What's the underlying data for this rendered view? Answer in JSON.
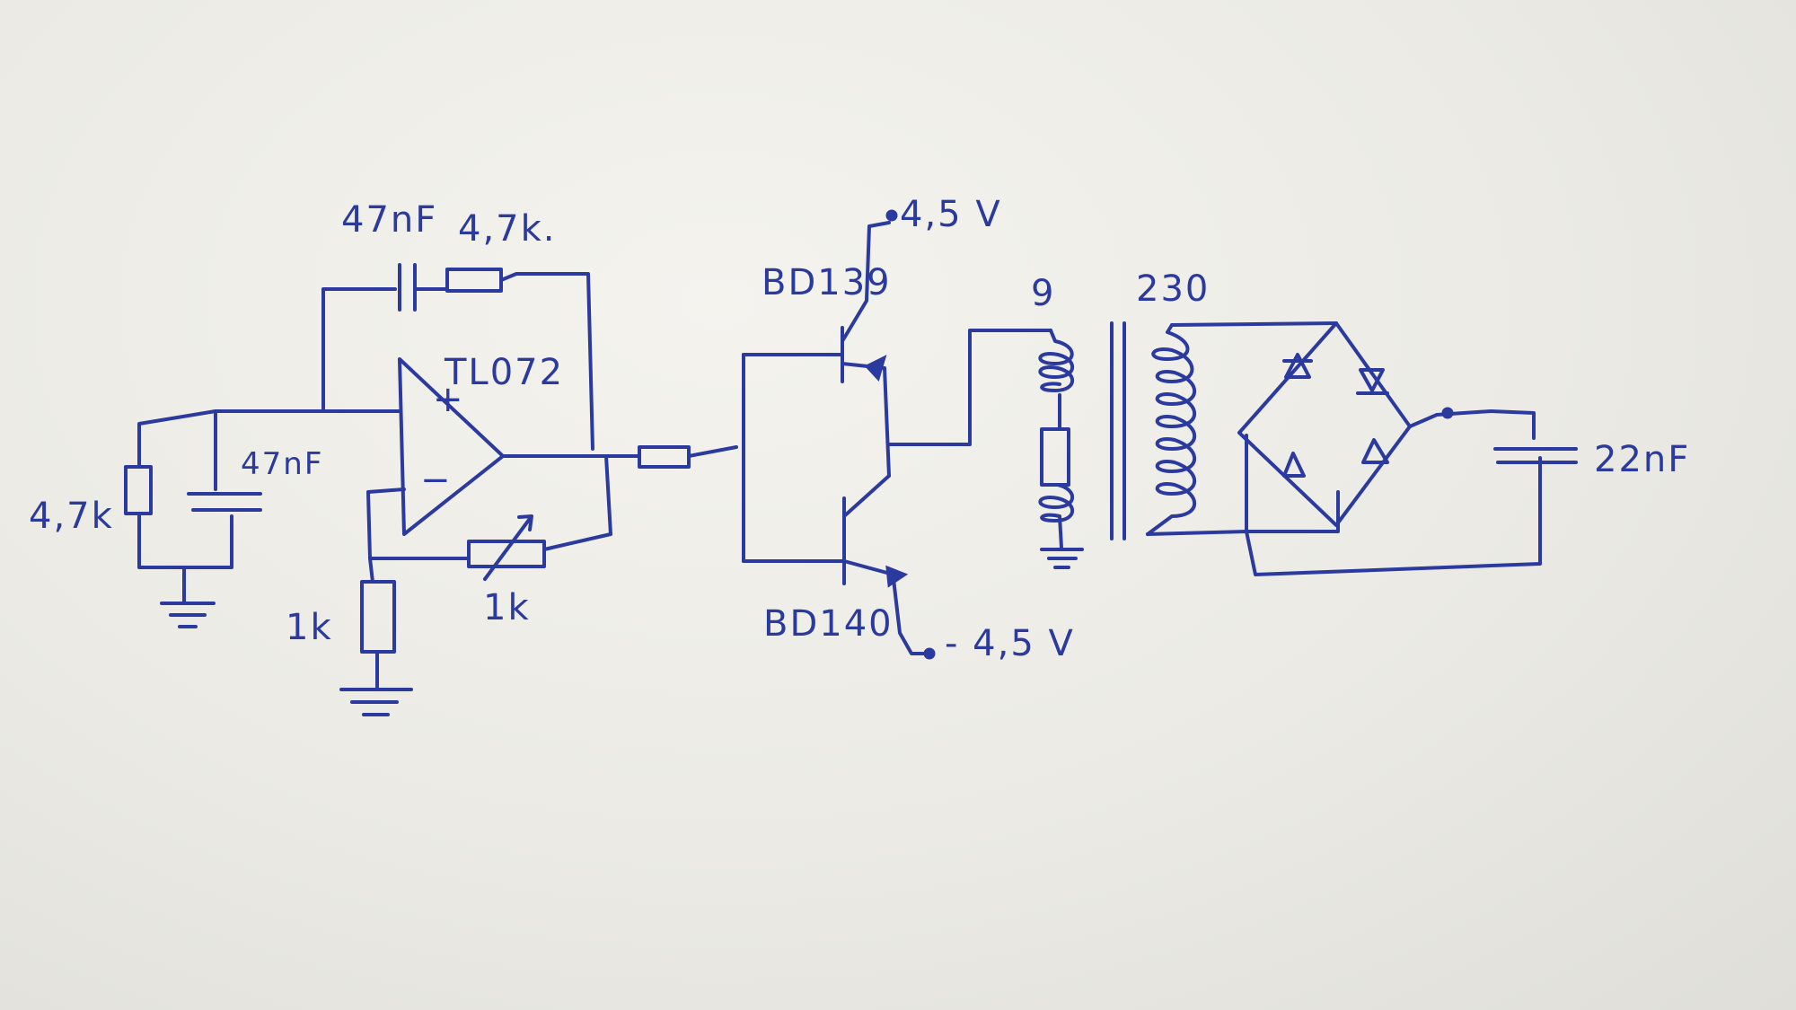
{
  "labels": {
    "cap_feedback": "47nF",
    "res_feedback": "4,7k.",
    "opamp": "TL072",
    "opamp_plus": "+",
    "opamp_minus": "−",
    "res_input": "4,7k",
    "cap_input": "47nF",
    "res_ground": "1k",
    "pot": "1k",
    "t_top": "BD139",
    "t_bottom": "BD140",
    "v_pos": "4,5 V",
    "v_neg": "- 4,5 V",
    "primary": "9",
    "secondary": "230",
    "cap_output": "22nF"
  },
  "colors": {
    "ink": "#2b3a9e",
    "paper": "#ecebe5"
  }
}
